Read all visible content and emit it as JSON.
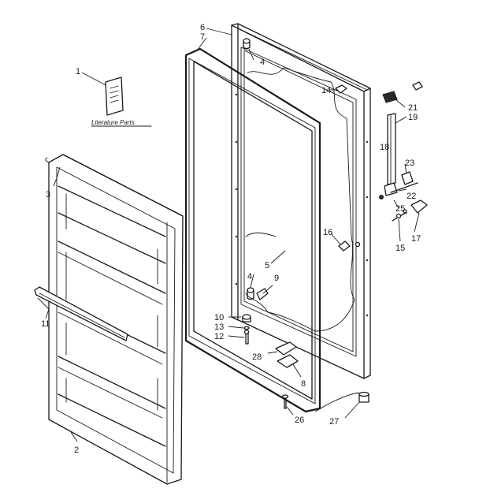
{
  "diagram": {
    "literature_caption": "Literature Parts",
    "callouts": {
      "c1": "1",
      "c2": "2",
      "c3": "3",
      "c4a": "4",
      "c4b": "4",
      "c5": "5",
      "c6": "6",
      "c7": "7",
      "c8": "8",
      "c9": "9",
      "c10": "10",
      "c11": "11",
      "c12": "12",
      "c13": "13",
      "c14": "14",
      "c15": "15",
      "c16": "16",
      "c17": "17",
      "c18": "18",
      "c19": "19",
      "c21": "21",
      "c22": "22",
      "c23": "23",
      "c25": "25",
      "c26": "26",
      "c27": "27",
      "c28": "28"
    }
  }
}
